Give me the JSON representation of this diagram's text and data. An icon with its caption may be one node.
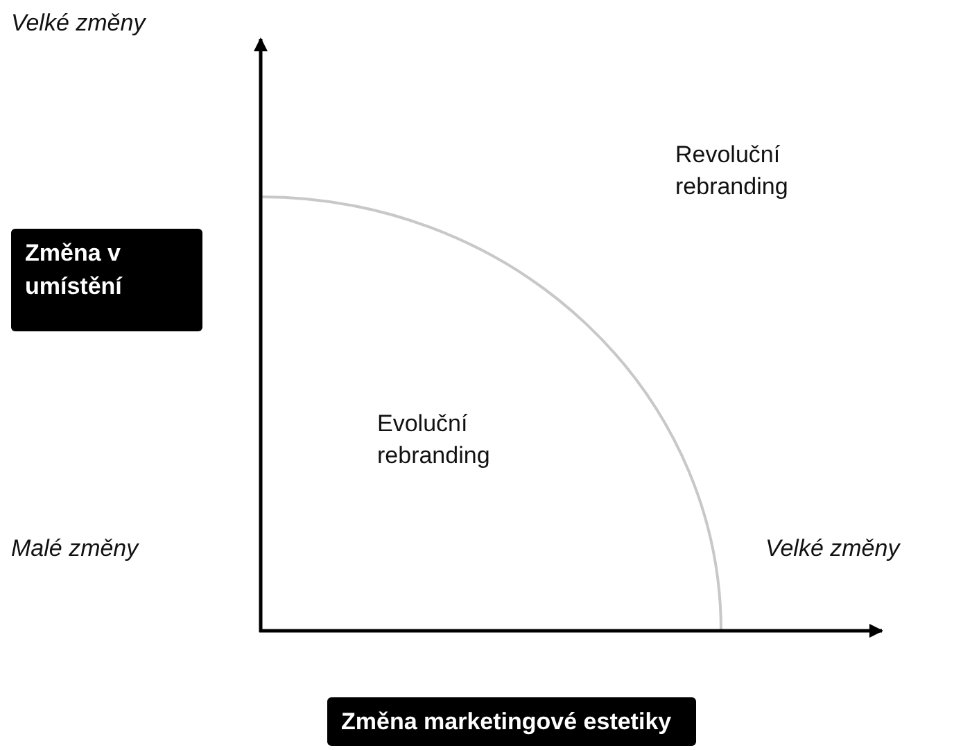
{
  "diagram": {
    "nodes": [
      {
        "text": [
          "Změna v umístění"
        ]
      },
      {
        "text": [
          "Změna marketingové estetiky"
        ]
      }
    ],
    "labels": [
      "Velké změny",
      "Revoluční rebranding",
      "Evoluční rebranding",
      "Malé změny",
      "Velké změny"
    ]
  }
}
